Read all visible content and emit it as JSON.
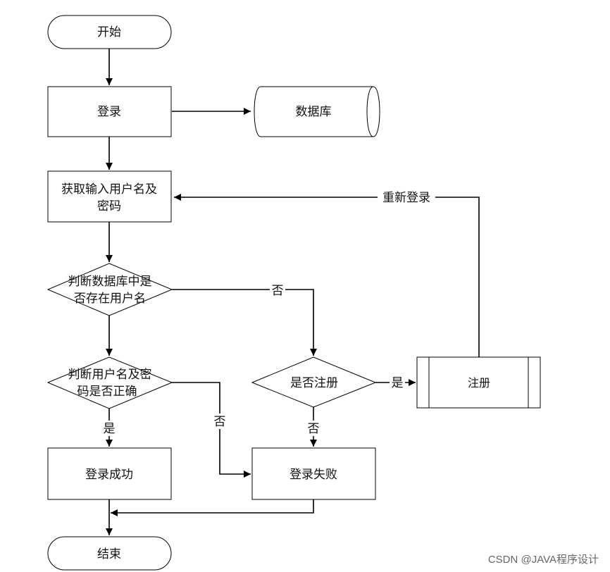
{
  "nodes": {
    "start": "开始",
    "login": "登录",
    "database": "数据库",
    "get_input_line1": "获取输入用户名及",
    "get_input_line2": "密码",
    "check_user_line1": "判断数据库中是",
    "check_user_line2": "否存在用户名",
    "check_pwd_line1": "判断用户名及密",
    "check_pwd_line2": "码是否正确",
    "ask_register": "是否注册",
    "register": "注册",
    "login_success": "登录成功",
    "login_fail": "登录失败",
    "end": "结束"
  },
  "edges": {
    "relogin": "重新登录",
    "user_no": "否",
    "pwd_yes": "是",
    "pwd_no": "否",
    "register_yes": "是",
    "register_no": "否"
  },
  "watermark": "CSDN @JAVA程序设计"
}
